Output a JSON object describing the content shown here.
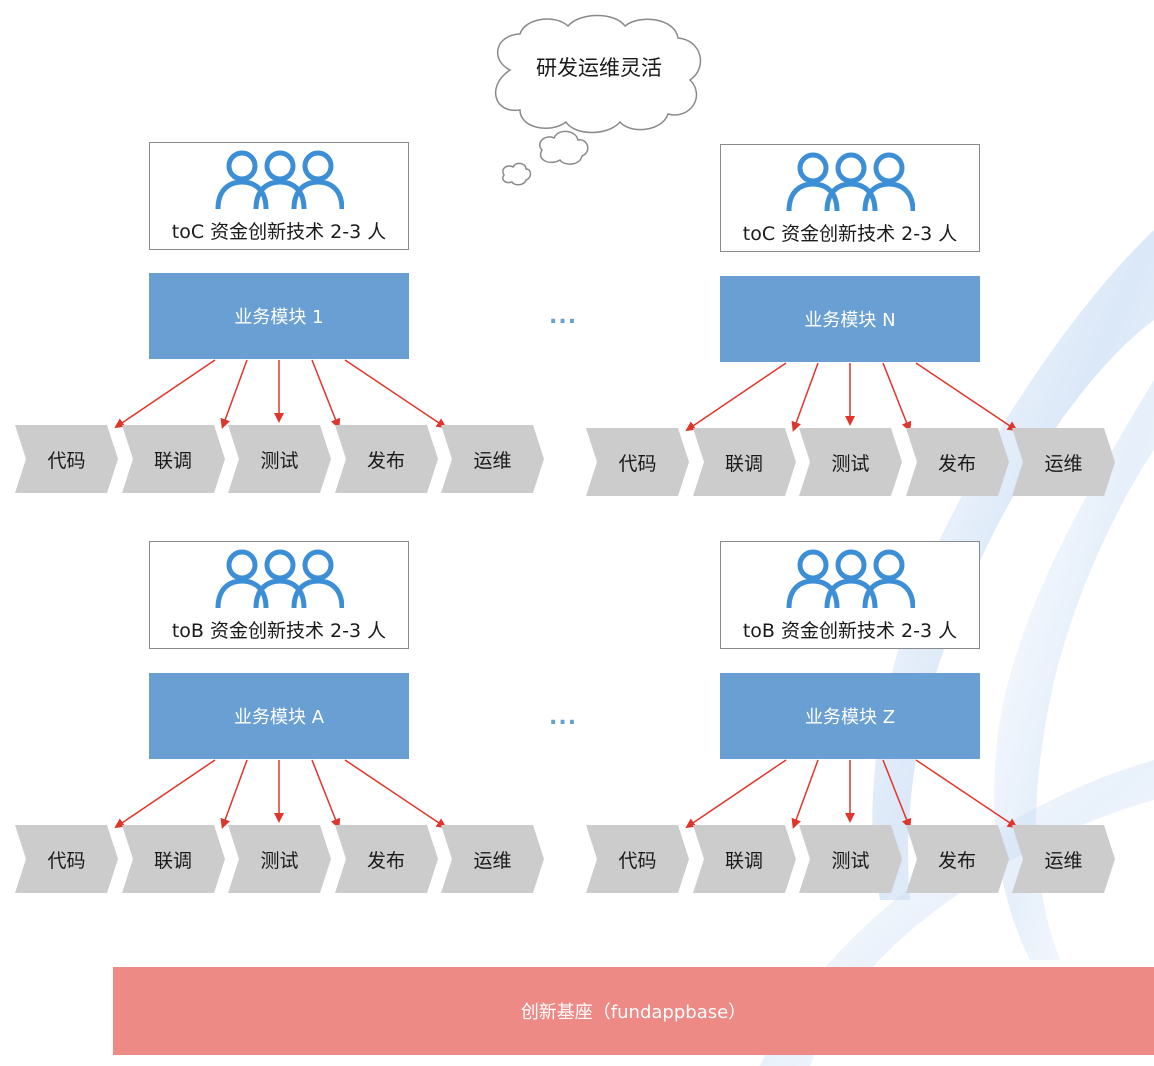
{
  "cloud": {
    "text": "研发运维灵活"
  },
  "groups": [
    {
      "team": "toC 资金创新技术 2-3 人",
      "module": "业务模块 1",
      "steps": [
        "代码",
        "联调",
        "测试",
        "发布",
        "运维"
      ]
    },
    {
      "team": "toC 资金创新技术 2-3 人",
      "module": "业务模块 N",
      "steps": [
        "代码",
        "联调",
        "测试",
        "发布",
        "运维"
      ]
    },
    {
      "team": "toB 资金创新技术 2-3 人",
      "module": "业务模块 A",
      "steps": [
        "代码",
        "联调",
        "测试",
        "发布",
        "运维"
      ]
    },
    {
      "team": "toB 资金创新技术 2-3 人",
      "module": "业务模块 Z",
      "steps": [
        "代码",
        "联调",
        "测试",
        "发布",
        "运维"
      ]
    }
  ],
  "ellipsis": [
    "...",
    "..."
  ],
  "base": {
    "label": "创新基座（fundappbase）"
  },
  "colors": {
    "module": "#699fd2",
    "step": "#cccccc",
    "arrow": "#e0352b",
    "base": "#ee8a85",
    "people": "#3c8fd6"
  },
  "icons": {
    "team": "people-group-icon",
    "thought": "thought-cloud-icon"
  }
}
